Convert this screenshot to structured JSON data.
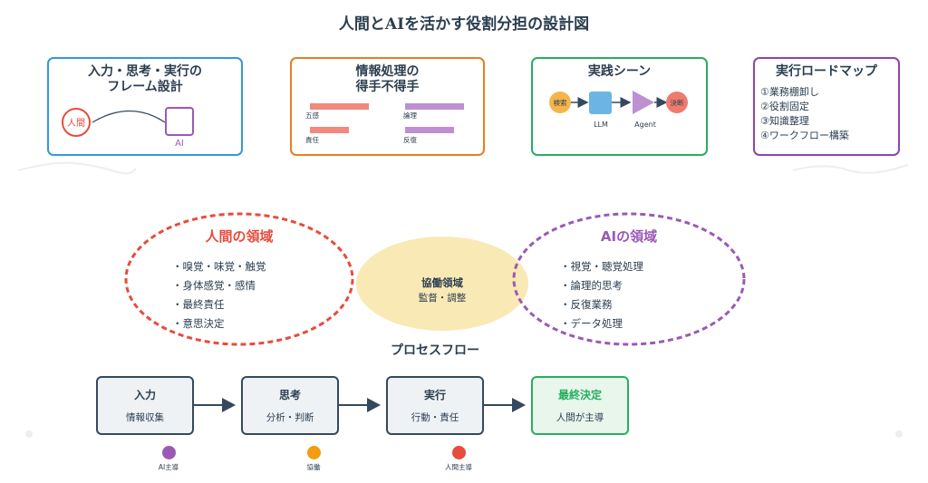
{
  "title": "人間とAIを活かす役割分担の設計図",
  "cards": {
    "frame": {
      "title": "入力・思考・実行の\nフレーム設計",
      "color": "#3498db",
      "human_node": "人間",
      "ai_node": "AI",
      "human_color": "#e74c3c",
      "ai_color": "#9b59b6"
    },
    "info": {
      "title": "情報処理の\n得手不得手",
      "color": "#e67e22",
      "bars": [
        {
          "label": "五感",
          "value": 0.9,
          "color": "#f1897c"
        },
        {
          "label": "論理",
          "value": 0.9,
          "color": "#be8fd1"
        },
        {
          "label": "責任",
          "value": 0.6,
          "color": "#f1897c"
        },
        {
          "label": "反復",
          "value": 0.75,
          "color": "#be8fd1"
        }
      ]
    },
    "practice": {
      "title": "実践シーン",
      "color": "#27ae60",
      "nodes": [
        {
          "label": "検索",
          "color": "#f5b54b"
        },
        {
          "label": "LLM",
          "color": "#6cb4e4"
        },
        {
          "label": "Agent",
          "color": "#be8fd1"
        },
        {
          "label": "決断",
          "color": "#ee7b6e"
        }
      ]
    },
    "roadmap": {
      "title": "実行ロードマップ",
      "color": "#8e44ad",
      "items": [
        "①業務棚卸し",
        "②役割固定",
        "③知識整理",
        "④ワークフロー構築"
      ]
    }
  },
  "domains": {
    "human": {
      "title": "人間の領域",
      "color": "#e74c3c",
      "items": [
        "・嗅覚・味覚・触覚",
        "・身体感覚・感情",
        "・最終責任",
        "・意思決定"
      ]
    },
    "collab": {
      "title": "協働領域",
      "subtitle": "監督・調整",
      "color": "#f9e9b5"
    },
    "ai": {
      "title": "AIの領域",
      "color": "#9b59b6",
      "items": [
        "・視覚・聴覚処理",
        "・論理的思考",
        "・反復業務",
        "・データ処理"
      ]
    }
  },
  "process": {
    "title": "プロセスフロー",
    "steps": [
      {
        "title": "入力",
        "sub": "情報収集"
      },
      {
        "title": "思考",
        "sub": "分析・判断"
      },
      {
        "title": "実行",
        "sub": "行動・責任"
      },
      {
        "title": "最終決定",
        "sub": "人間が主導"
      }
    ],
    "legend": [
      {
        "label": "AI主導",
        "color": "#9b59b6"
      },
      {
        "label": "協働",
        "color": "#f39c12"
      },
      {
        "label": "人間主導",
        "color": "#e74c3c"
      }
    ]
  }
}
